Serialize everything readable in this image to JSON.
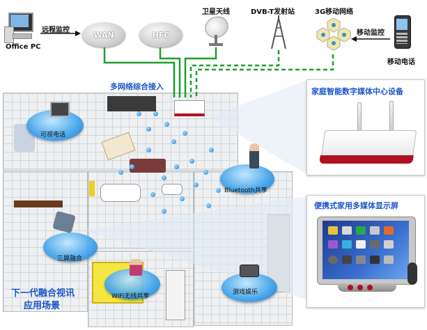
{
  "top": {
    "office_pc_label": "Office PC",
    "remote_monitor_label": "远程监控",
    "wan_label": "WAN",
    "hfc_label": "HFC",
    "satellite_label": "卫星天线",
    "dvbt_label": "DVB-T发射站",
    "mobile_3g_label": "3G移动网络",
    "mobile_monitor_label": "移动监控",
    "mobile_phone_label": "移动电话"
  },
  "access_label": "多网络综合接入",
  "bubbles": {
    "videophone": "可视电话",
    "bluetooth": "Bluetooth共享",
    "three_screen": "三屏融合",
    "wifi": "WiFi无线共享",
    "multiplay": "游戏娱乐"
  },
  "panels": {
    "device_title": "家庭智能数字媒体中心设备",
    "display_title": "便携式家用多媒体显示屏"
  },
  "footer": {
    "line1": "下一代融合视讯",
    "line2": "应用场景"
  },
  "colors": {
    "line_green": "#1aa02a",
    "accent_blue": "#1a55c8",
    "bubble_blue": "#3aa0ea",
    "router_red": "#b01020"
  }
}
